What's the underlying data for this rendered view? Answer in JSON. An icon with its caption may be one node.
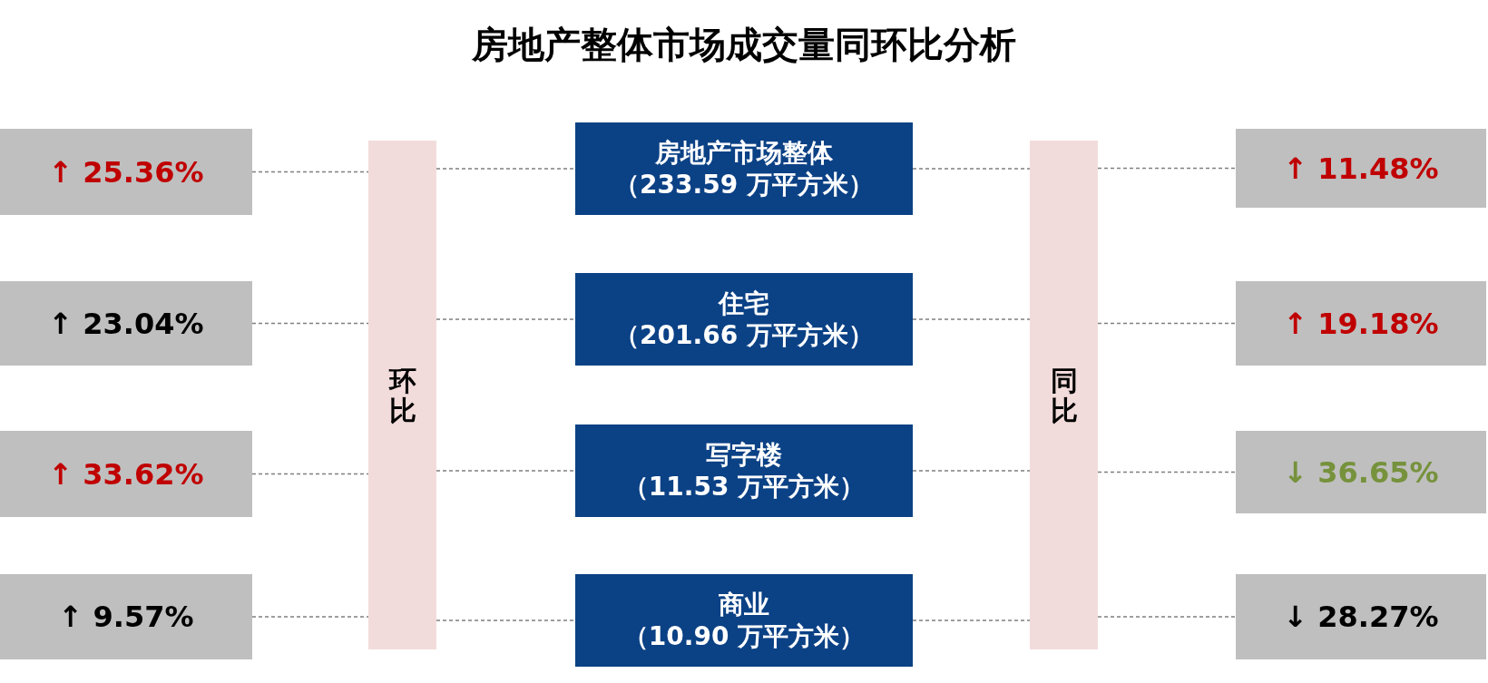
{
  "diagram": {
    "title": "房地产整体市场成交量同环比分析",
    "nodes": [
      {
        "text": [
          "↑ 25.36%"
        ]
      },
      {
        "text": [
          "↑ 23.04%"
        ]
      },
      {
        "text": [
          "↑ 33.62%"
        ]
      },
      {
        "text": [
          "↑ 9.57%"
        ]
      },
      {
        "text": [
          "环比"
        ]
      },
      {
        "text": [
          "房地产市场整体",
          "（233.59 万平方米）"
        ]
      },
      {
        "text": [
          "住宅",
          "（201.66 万平方米）"
        ]
      },
      {
        "text": [
          "写字楼",
          "（11.53 万平方米）"
        ]
      },
      {
        "text": [
          "商业",
          "（10.90 万平方米）"
        ]
      },
      {
        "text": [
          "同比"
        ]
      },
      {
        "text": [
          "↑ 11.48%"
        ]
      },
      {
        "text": [
          "↑ 19.18%"
        ]
      },
      {
        "text": [
          "↓ 36.65%"
        ]
      },
      {
        "text": [
          "↓ 28.27%"
        ]
      }
    ],
    "edges": [
      {
        "from": 0,
        "to": 4,
        "arrow": "none",
        "style": "dashed"
      },
      {
        "from": 4,
        "to": 5,
        "arrow": "none",
        "style": "dashed"
      },
      {
        "from": 5,
        "to": 9,
        "arrow": "none",
        "style": "dashed"
      },
      {
        "from": 9,
        "to": 10,
        "arrow": "none",
        "style": "dashed"
      },
      {
        "from": 1,
        "to": 4,
        "arrow": "none",
        "style": "dashed"
      },
      {
        "from": 4,
        "to": 6,
        "arrow": "none",
        "style": "dashed"
      },
      {
        "from": 6,
        "to": 9,
        "arrow": "none",
        "style": "dashed"
      },
      {
        "from": 9,
        "to": 11,
        "arrow": "none",
        "style": "dashed"
      },
      {
        "from": 2,
        "to": 4,
        "arrow": "none",
        "style": "dashed"
      },
      {
        "from": 4,
        "to": 7,
        "arrow": "none",
        "style": "dashed"
      },
      {
        "from": 7,
        "to": 9,
        "arrow": "none",
        "style": "dashed"
      },
      {
        "from": 9,
        "to": 12,
        "arrow": "none",
        "style": "dashed"
      },
      {
        "from": 3,
        "to": 4,
        "arrow": "none",
        "style": "dashed"
      },
      {
        "from": 4,
        "to": 8,
        "arrow": "none",
        "style": "dashed"
      },
      {
        "from": 8,
        "to": 9,
        "arrow": "none",
        "style": "dashed"
      },
      {
        "from": 9,
        "to": 13,
        "arrow": "none",
        "style": "dashed"
      }
    ]
  }
}
